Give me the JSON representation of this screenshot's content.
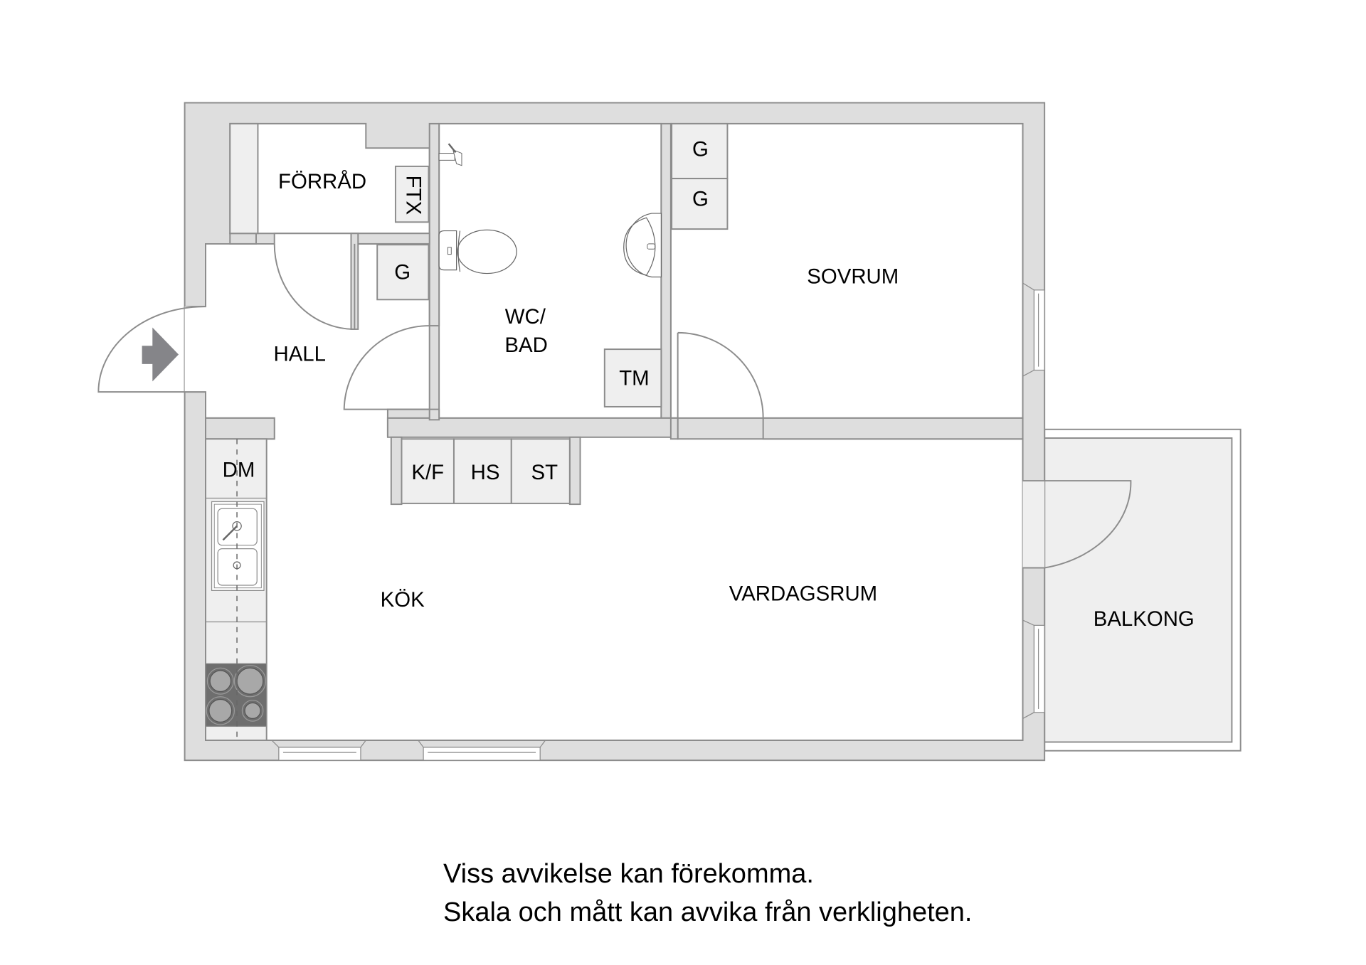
{
  "rooms": {
    "forrad": "FÖRRÅD",
    "hall": "HALL",
    "wc_bad_line1": "WC/",
    "wc_bad_line2": "BAD",
    "sovrum": "SOVRUM",
    "kok": "KÖK",
    "vardagsrum": "VARDAGSRUM",
    "balkong": "BALKONG"
  },
  "fixtures": {
    "ftx": "FTX",
    "g_hall": "G",
    "g_sovrum_1": "G",
    "g_sovrum_2": "G",
    "tm": "TM",
    "dm": "DM",
    "kf": "K/F",
    "hs": "HS",
    "st": "ST"
  },
  "icons": {
    "entrance": "entrance-arrow-icon",
    "toilet": "toilet-icon",
    "washbasin": "washbasin-icon",
    "shower": "shower-icon",
    "sink": "kitchen-sink-icon",
    "stove": "stove-icon"
  },
  "colors": {
    "wall_fill": "#dedede",
    "wall_stroke": "#8c8c8c",
    "cabinet_fill": "#efefef",
    "stove_fill": "#6e6e6e",
    "arrow_fill": "#858589",
    "text": "#000000"
  },
  "disclaimer": {
    "line1": "Viss avvikelse kan förekomma.",
    "line2": "Skala och mått kan avvika från verkligheten."
  }
}
